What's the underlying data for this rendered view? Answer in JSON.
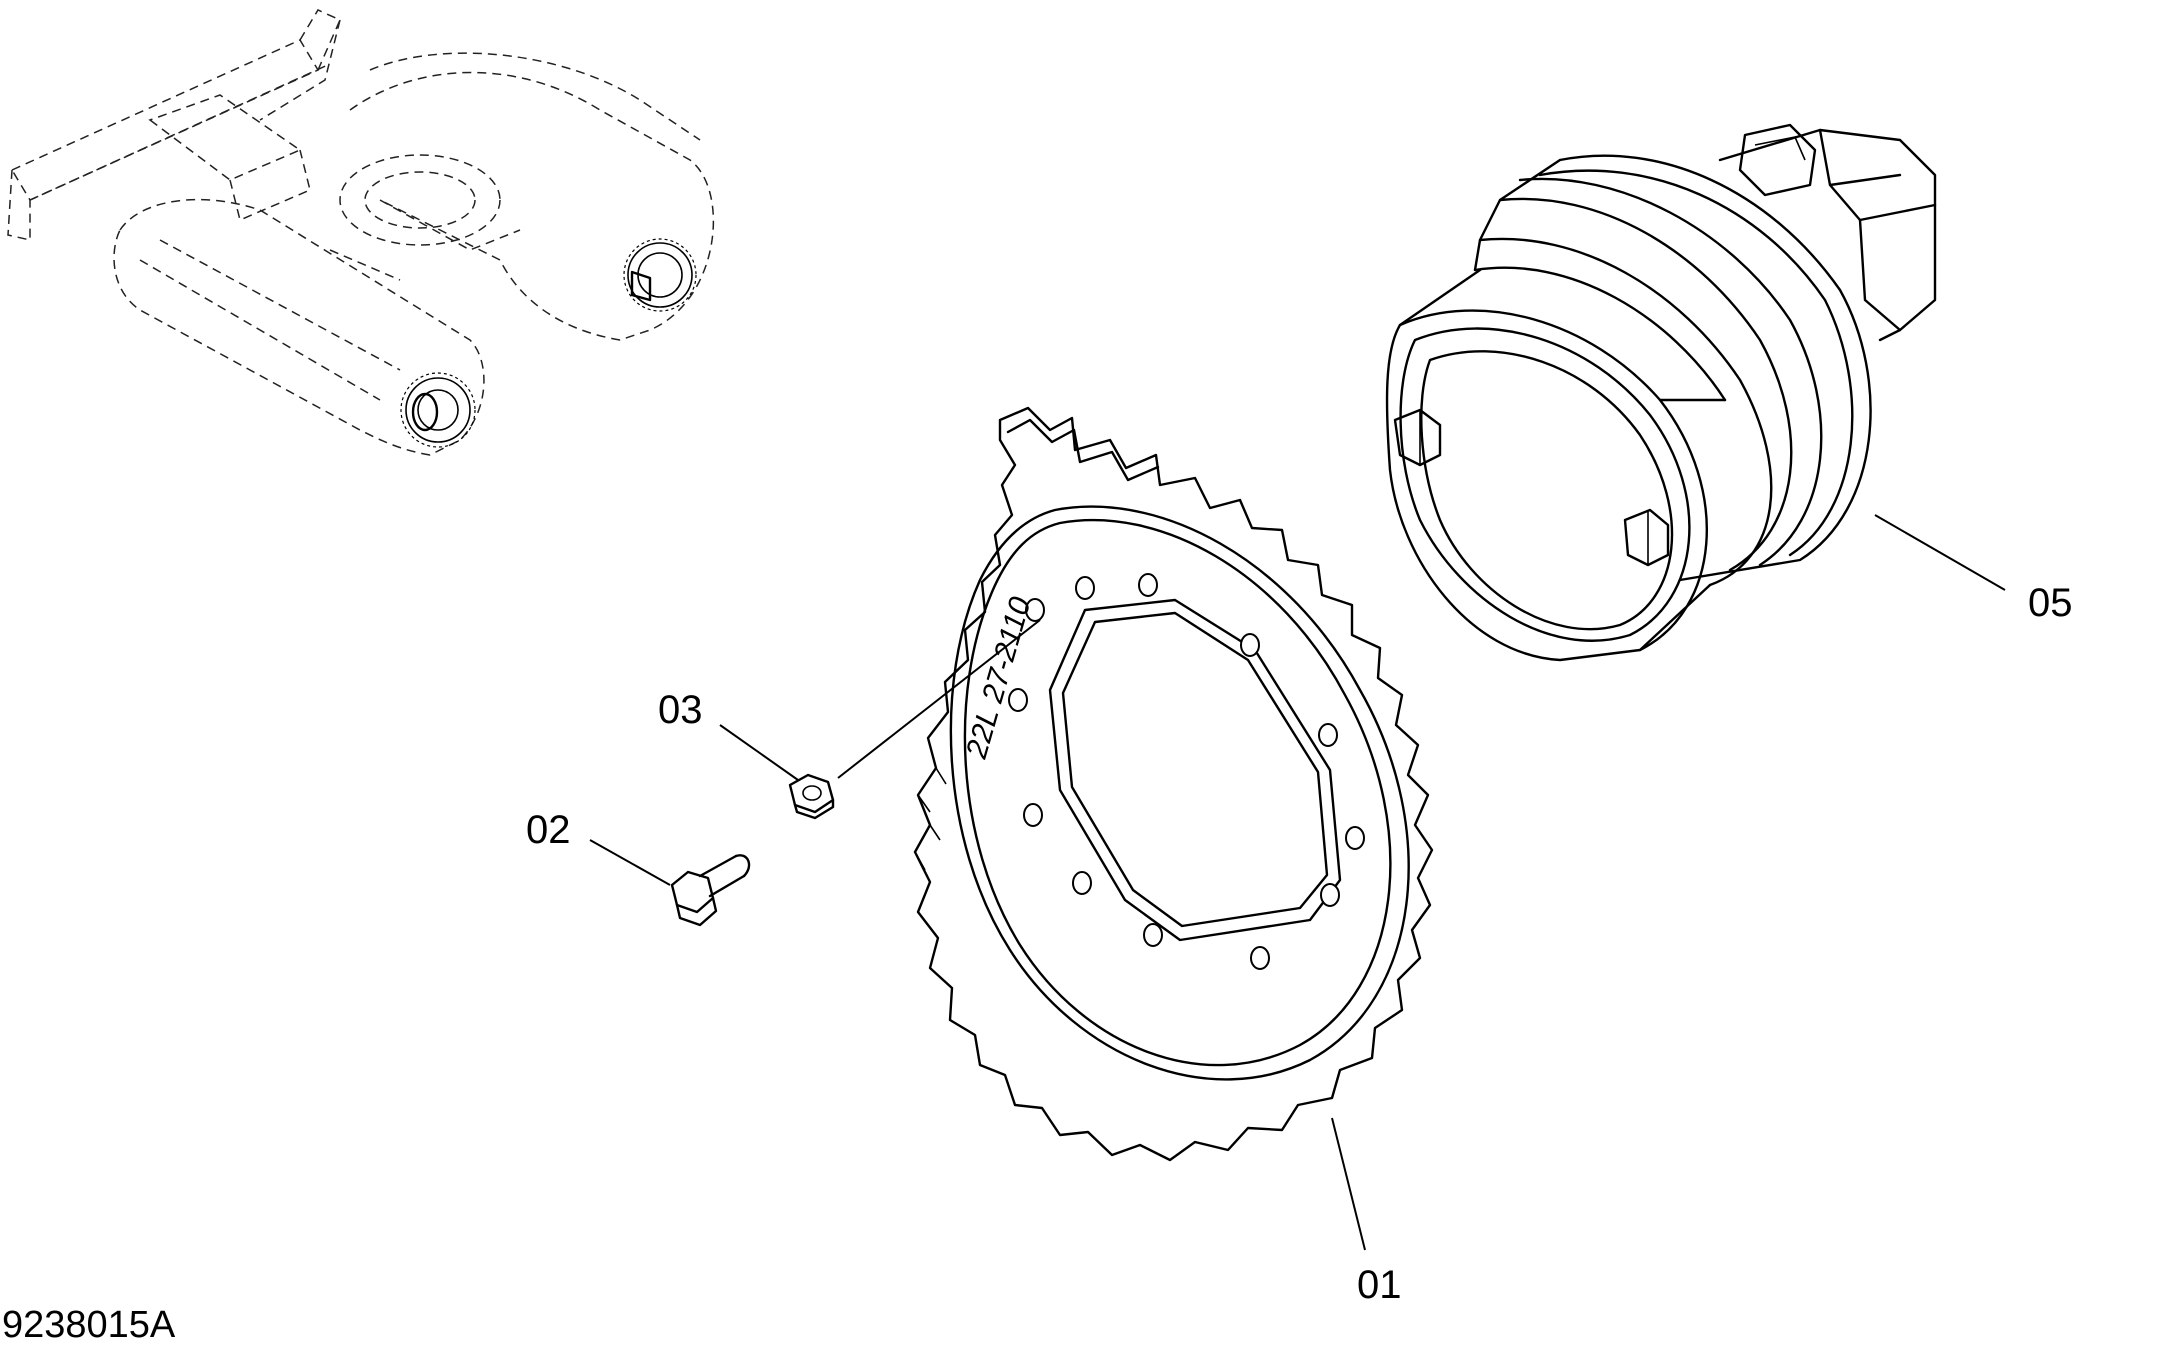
{
  "figure": {
    "figure_id": "9238015A",
    "stamp_text": "22L 27-2110",
    "callouts": [
      {
        "id": "part-01",
        "label": "01"
      },
      {
        "id": "part-02",
        "label": "02"
      },
      {
        "id": "part-03",
        "label": "03"
      },
      {
        "id": "part-05",
        "label": "05"
      }
    ]
  },
  "colors": {
    "line": "#000000",
    "background": "#ffffff"
  }
}
